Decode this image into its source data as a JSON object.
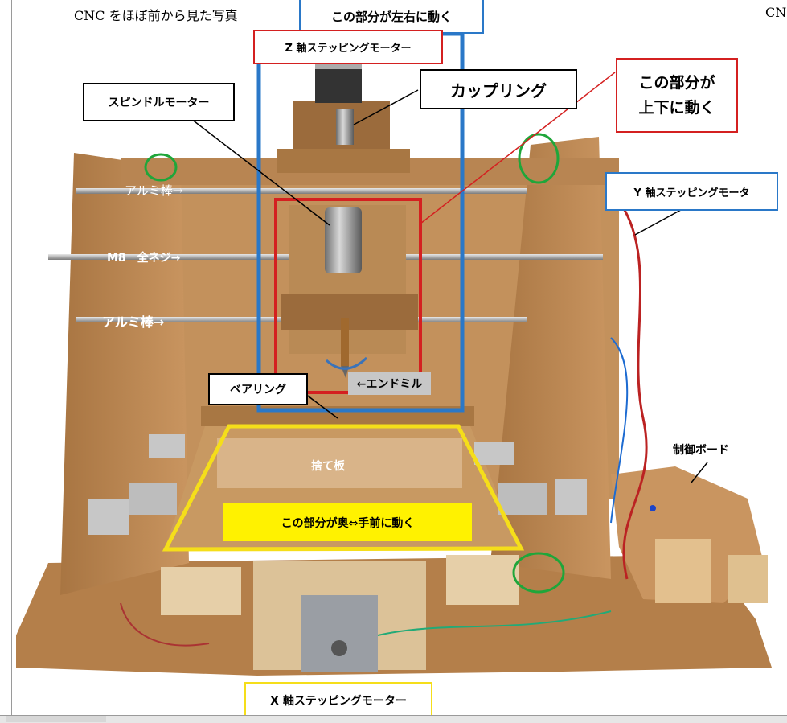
{
  "header": {
    "left_caption": "CNC をほぼ前から見た写真",
    "right_caption_fragment": "CN"
  },
  "labels": {
    "moves_left_right": "この部分が左右に動く",
    "z_motor": "Z 軸ステッピングモーター",
    "coupling": "カップリング",
    "moves_up_down_line1": "この部分が",
    "moves_up_down_line2": "上下に動く",
    "spindle_motor": "スピンドルモーター",
    "alu_rod_top": "アルミ棒→",
    "y_motor": "Y 軸ステッピングモータ",
    "m8_screw": "M8　全ネジ→",
    "alu_rod_mid": "アルミ棒→",
    "end_mill": "←エンドミル",
    "bearing": "ベアリング",
    "sacrificial_board": "捨て板",
    "moves_back_forth": "この部分が奥⇔手前に動く",
    "control_board": "制御ボード",
    "x_motor": "X 軸ステッピングモーター"
  },
  "colors": {
    "blue_frame": "#2a78c8",
    "red_frame": "#d42020",
    "yellow_frame": "#f5de1a",
    "green_marker": "#1fa63a",
    "yellow_banner": "#fff200",
    "wood": "#c9955a",
    "motor_gray": "#8a8f96"
  }
}
